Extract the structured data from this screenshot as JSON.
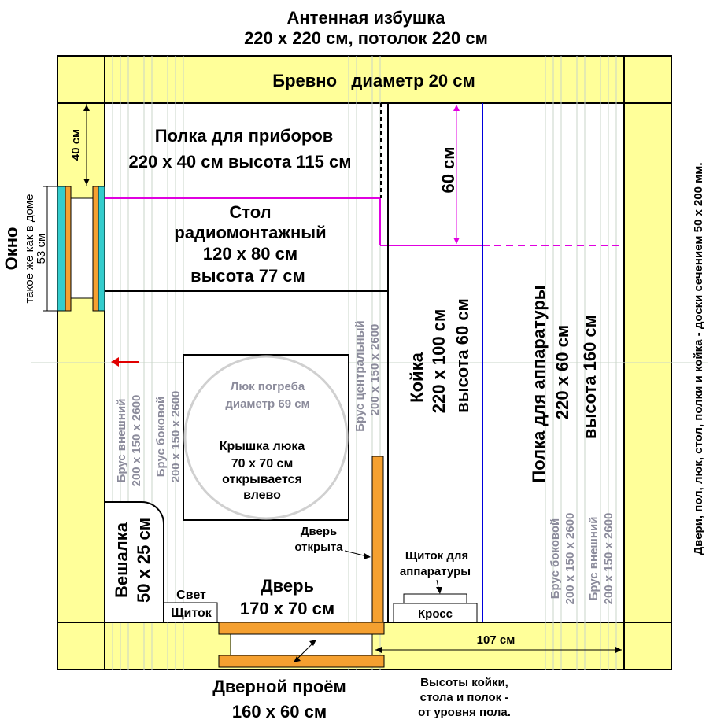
{
  "header": {
    "title": "Антенная избушка",
    "dims": "220 х 220 см, потолок 220 см"
  },
  "log": "Бревно   диаметр 20 см",
  "instrument_shelf": {
    "line1": "Полка для приборов",
    "line2": "220 х 40 см высота 115 см"
  },
  "desk": {
    "line1": "Стол",
    "line2": "радиомонтажный",
    "line3": "120 х 80 см",
    "line4": "высота 77 см"
  },
  "window": {
    "title": "Окно",
    "note": "такое же как в доме",
    "height": "53 см",
    "depth": "40 см"
  },
  "beams": {
    "outer": "Брус внешний",
    "side": "Брус боковой",
    "central": "Брус центральный",
    "section": "200 х 150 х 2600"
  },
  "hatch": {
    "title": "Люк погреба",
    "diameter": "диаметр 69 см",
    "lid1": "Крышка люка",
    "lid2": "70 х 70 см",
    "lid3": "открывается",
    "lid4": "влево"
  },
  "hanger": {
    "title": "Вешалка",
    "size": "50 х 25 см"
  },
  "light": {
    "label1": "Свет",
    "label2": "Щиток"
  },
  "door": {
    "open_label1": "Дверь",
    "open_label2": "открыта",
    "title": "Дверь",
    "size": "170 х 70 см"
  },
  "bunk": {
    "title": "Койка",
    "size": "220 х 100 см",
    "height": "высота 60 см",
    "gap": "60 см"
  },
  "equipment_shelf": {
    "title": "Полка для аппаратуры",
    "size": "220 х 60 см",
    "height": "высота 160 см"
  },
  "panel": {
    "label1": "Щиток для",
    "label2": "аппаратуры",
    "cross": "Кросс"
  },
  "distance_107": "107 см",
  "doorway": {
    "title": "Дверной проём",
    "size": "160 х 60 см"
  },
  "heights_note": {
    "line1": "Высоты койки,",
    "line2": "стола и полок -",
    "line3": "от уровня пола."
  },
  "materials_note": "Двери, пол, люк, стол, полки и койка - доски сечением 50 х 200 мм.",
  "colors": {
    "wall": "#ffff99",
    "door": "#f5a030",
    "magenta": "#e000e0",
    "blue": "#0000dd",
    "cyan": "#33cccc",
    "beam_text": "#8b8b9b"
  }
}
